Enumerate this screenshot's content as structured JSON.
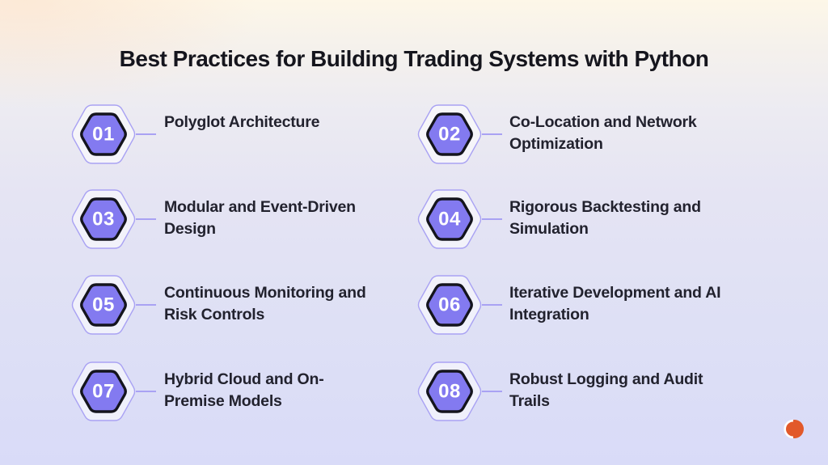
{
  "title": "Best Practices for Building Trading Systems with Python",
  "items": [
    {
      "number": "01",
      "lines": [
        "Polyglot Architecture"
      ]
    },
    {
      "number": "02",
      "lines": [
        "Co-Location and Network",
        "Optimization"
      ]
    },
    {
      "number": "03",
      "lines": [
        "Modular and Event-Driven",
        "Design"
      ]
    },
    {
      "number": "04",
      "lines": [
        "Rigorous Backtesting and",
        "Simulation"
      ]
    },
    {
      "number": "05",
      "lines": [
        "Continuous Monitoring and",
        "Risk Controls"
      ]
    },
    {
      "number": "06",
      "lines": [
        "Iterative Development and AI",
        "Integration"
      ]
    },
    {
      "number": "07",
      "lines": [
        "Hybrid Cloud and On-",
        "Premise Models"
      ]
    },
    {
      "number": "08",
      "lines": [
        "Robust Logging and Audit",
        "Trails"
      ]
    }
  ],
  "colors": {
    "hex-fill": "#837af0",
    "hex-stroke": "#14141d",
    "outline": "#a9a2f3",
    "number": "#ffffff",
    "title-color": "#15151d",
    "label-color": "#22222e",
    "logo-orange": "#e2592a",
    "bg-top": "#fdf7e8",
    "bg-bottom": "#d9dbf8"
  }
}
